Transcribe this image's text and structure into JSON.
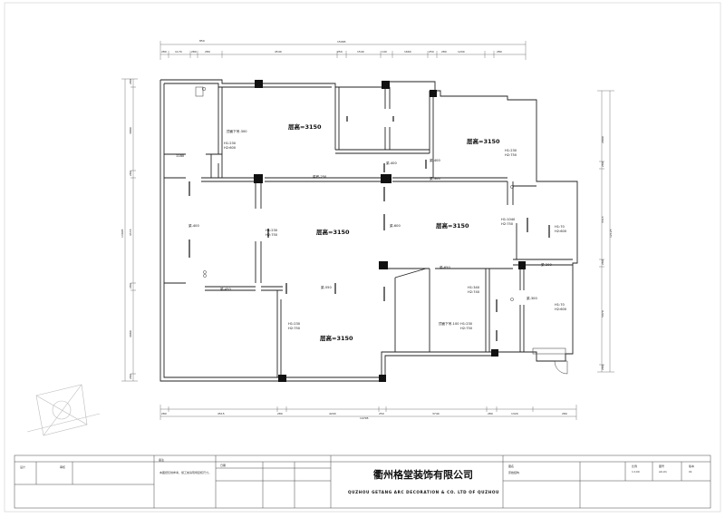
{
  "drawing": {
    "dims_top_total": "15065",
    "dims_top_sub": "850",
    "dims_top": [
      "280",
      "1170",
      "280",
      "280",
      "4540",
      "250",
      "1540",
      "140",
      "1660",
      "250",
      "280",
      "1200",
      "280"
    ],
    "dims_bottom": [
      "280",
      "4515",
      "280",
      "4200",
      "250",
      "3740",
      "280",
      "1320",
      "280"
    ],
    "dims_bottom_total": "14795",
    "dims_left": [
      "280",
      "3880",
      "280",
      "4555",
      "280",
      "4980",
      "280"
    ],
    "dims_left_total": "13905",
    "dims_right": [
      "2890",
      "280",
      "3315",
      "280",
      "5070",
      "280"
    ],
    "dims_right_total": "12125",
    "rooms": [
      {
        "label": "层高=3150"
      },
      {
        "label": "层高=3150"
      },
      {
        "label": "层高=3150"
      },
      {
        "label": "层高=3150"
      },
      {
        "label": "层高=3150"
      }
    ],
    "tags": [
      "顶面下吊-300",
      "H1:230",
      "H2:600",
      "H1:230",
      "H2:750",
      "H1:1040",
      "H2:750",
      "H1:70",
      "H2:600",
      "H1:340",
      "H2:740",
      "H1:230",
      "H2:750",
      "H1:70",
      "H2:600",
      "梁底-250",
      "梁-400",
      "梁-400",
      "梁-300",
      "梁-400",
      "梁-600",
      "梁-450",
      "梁-550",
      "梁-650",
      "梁-200",
      "梁-300",
      "顶面下吊-100",
      "1180"
    ]
  },
  "title_block": {
    "company_cn": "衢州格堂装饰有限公司",
    "company_en": "QUZHOU GETANG ARC DECORATION  & CO. LTD OF QUZHOU",
    "fields": [
      "设计",
      "审核",
      "日期",
      "备注",
      "图名",
      "比例",
      "图号",
      "版本"
    ],
    "values": [
      "原始结构",
      "1:100",
      "A0-01",
      "01"
    ],
    "notes": [
      "本图纸仅供参考，施工前请现场复核尺寸。"
    ]
  }
}
